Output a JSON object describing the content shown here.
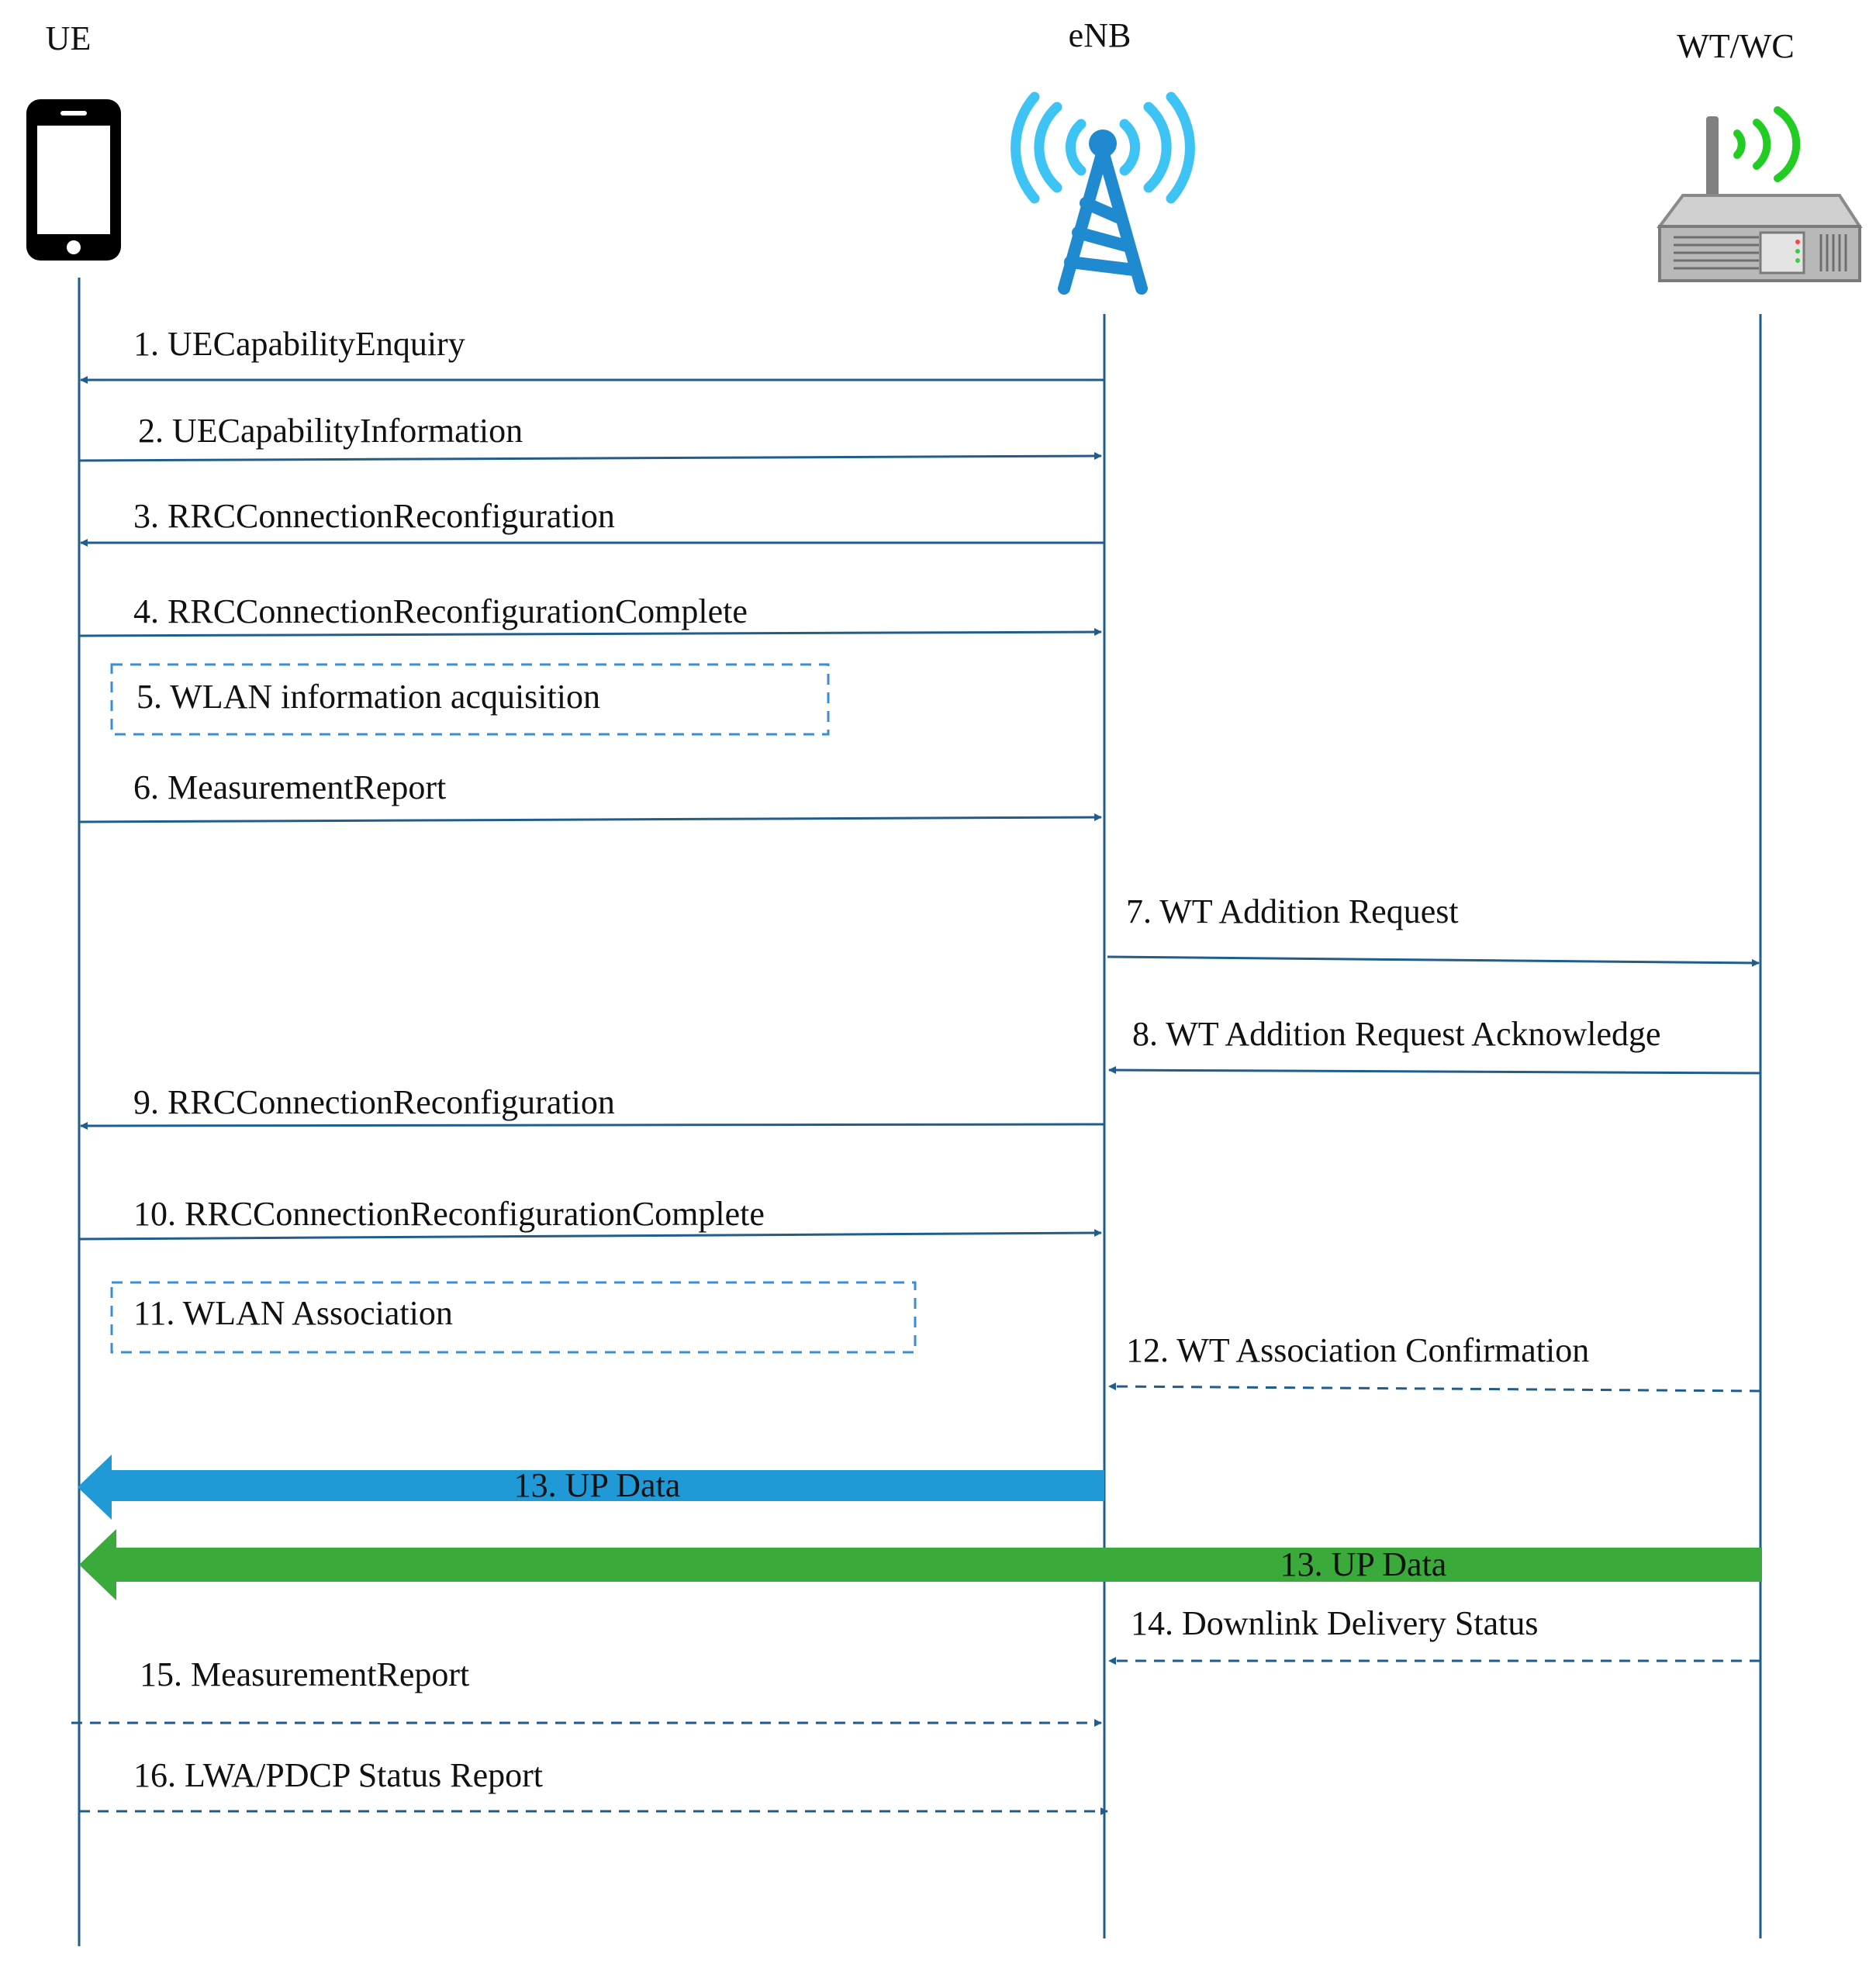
{
  "entities": {
    "ue": "UE",
    "enb": "eNB",
    "wt": "WT/WC"
  },
  "icons": {
    "ue": "smartphone-icon",
    "enb": "cell-tower-icon",
    "wt": "wifi-router-icon"
  },
  "colors": {
    "lifeline": "#1f5e8c",
    "note_border": "#3a8fd4",
    "up_data_lte": "#1f9ad6",
    "up_data_wlan": "#3aaa3a",
    "tower": "#1f8ad0",
    "tower_waves": "#3ec3f5",
    "router_waves": "#22cc22"
  },
  "messages": [
    {
      "id": "m1",
      "label": "1. UECapabilityEnquiry",
      "from": "enb",
      "to": "ue",
      "style": "solid"
    },
    {
      "id": "m2",
      "label": "2. UECapabilityInformation",
      "from": "ue",
      "to": "enb",
      "style": "solid"
    },
    {
      "id": "m3",
      "label": "3. RRCConnectionReconfiguration",
      "from": "enb",
      "to": "ue",
      "style": "solid"
    },
    {
      "id": "m4",
      "label": "4. RRCConnectionReconfigurationComplete",
      "from": "ue",
      "to": "enb",
      "style": "solid"
    },
    {
      "id": "n5",
      "label": "5. WLAN information acquisition",
      "type": "note"
    },
    {
      "id": "m6",
      "label": "6. MeasurementReport",
      "from": "ue",
      "to": "enb",
      "style": "solid"
    },
    {
      "id": "m7",
      "label": "7. WT Addition Request",
      "from": "enb",
      "to": "wt",
      "style": "solid"
    },
    {
      "id": "m8",
      "label": "8. WT Addition Request Acknowledge",
      "from": "wt",
      "to": "enb",
      "style": "solid"
    },
    {
      "id": "m9",
      "label": "9. RRCConnectionReconfiguration",
      "from": "enb",
      "to": "ue",
      "style": "solid"
    },
    {
      "id": "m10",
      "label": "10. RRCConnectionReconfigurationComplete",
      "from": "ue",
      "to": "enb",
      "style": "solid"
    },
    {
      "id": "n11",
      "label": "11. WLAN Association",
      "type": "note"
    },
    {
      "id": "m12",
      "label": "12. WT Association Confirmation",
      "from": "wt",
      "to": "enb",
      "style": "dashed"
    },
    {
      "id": "u13a",
      "label": "13. UP Data",
      "from": "enb",
      "to": "ue",
      "style": "thick"
    },
    {
      "id": "u13b",
      "label": "13.  UP Data",
      "from": "wt",
      "to": "ue",
      "style": "thick"
    },
    {
      "id": "m14",
      "label": "14. Downlink Delivery Status",
      "from": "wt",
      "to": "enb",
      "style": "dashed"
    },
    {
      "id": "m15",
      "label": "15. MeasurementReport",
      "from": "ue",
      "to": "enb",
      "style": "dashed"
    },
    {
      "id": "m16",
      "label": "16. LWA/PDCP Status Report",
      "from": "ue",
      "to": "enb",
      "style": "dashed"
    }
  ]
}
